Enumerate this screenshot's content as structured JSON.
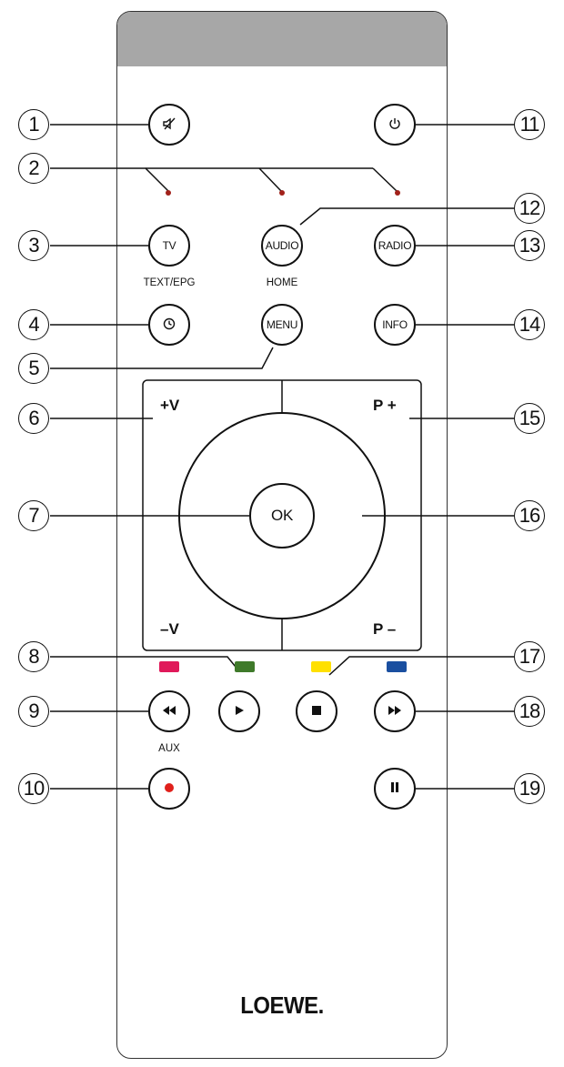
{
  "brand": "LOEWE.",
  "buttons": {
    "mute_icon": "mute-icon",
    "power_icon": "power-icon",
    "tv": "TV",
    "audio": "AUDIO",
    "radio": "RADIO",
    "clock_icon": "clock-icon",
    "menu": "MENU",
    "info": "INFO",
    "ok": "OK",
    "rewind_icon": "rewind-icon",
    "play_icon": "play-icon",
    "stop_icon": "stop-icon",
    "fast_forward_icon": "fast-forward-icon",
    "record_icon": "record-icon",
    "pause_icon": "pause-icon"
  },
  "labels": {
    "text_epg": "TEXT/EPG",
    "home": "HOME",
    "aux": "AUX",
    "volume_up": "+V",
    "volume_down": "–V",
    "program_up": "P +",
    "program_down": "P –"
  },
  "color_keys": [
    "#e0195a",
    "#3f7a2a",
    "#ffe000",
    "#1a4fa0"
  ],
  "led_color": "#a2211a",
  "callouts": [
    "1",
    "2",
    "3",
    "4",
    "5",
    "6",
    "7",
    "8",
    "9",
    "10",
    "11",
    "12",
    "13",
    "14",
    "15",
    "16",
    "17",
    "18",
    "19"
  ]
}
